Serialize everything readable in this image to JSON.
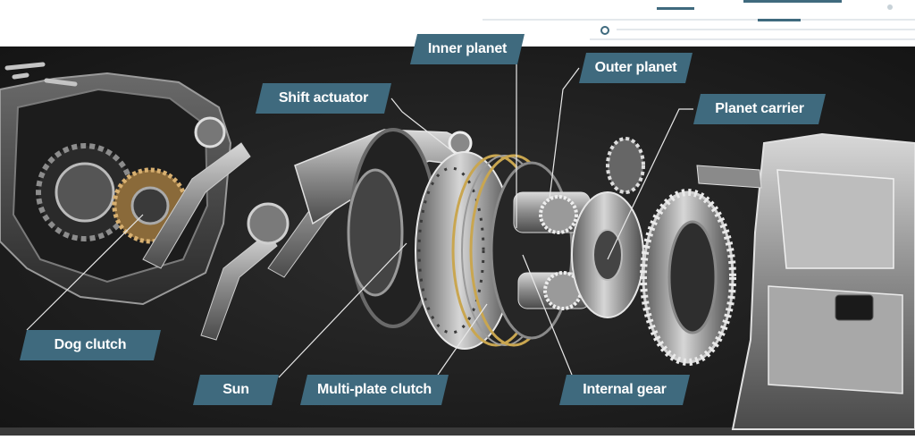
{
  "labels": {
    "inner_planet": "Inner planet",
    "outer_planet": "Outer planet",
    "planet_carrier": "Planet carrier",
    "shift_actuator": "Shift actuator",
    "dog_clutch": "Dog clutch",
    "sun": "Sun",
    "multi_plate_clutch": "Multi-plate clutch",
    "internal_gear": "Internal gear"
  },
  "colors": {
    "label_fill": "#3f6a7e",
    "label_text": "#ffffff",
    "backdrop": "#1e1e1e",
    "callout_line": "#e8e8e8"
  }
}
